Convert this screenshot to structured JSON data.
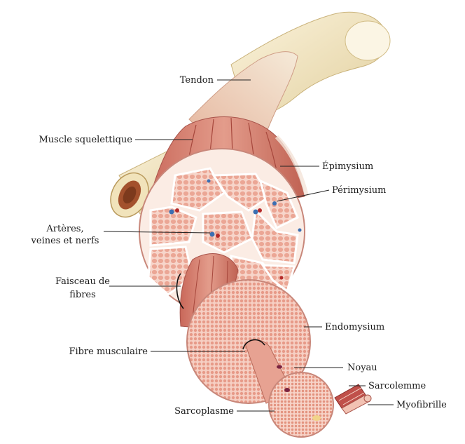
{
  "labels": {
    "tendon": "Tendon",
    "muscle_squelettique": "Muscle squelettique",
    "epimysium": "Épimysium",
    "perimysium": "Périmysium",
    "arteres_line1": "Artères,",
    "arteres_line2": "veines et nerfs",
    "faisceau_line1": "Faisceau de",
    "faisceau_line2": "fibres",
    "endomysium": "Endomysium",
    "fibre_musculaire": "Fibre musculaire",
    "noyau": "Noyau",
    "sarcolemme": "Sarcolemme",
    "myofibrille": "Myofibrille",
    "sarcoplasme": "Sarcoplasme"
  },
  "colors": {
    "bone": "#efe3c0",
    "muscle": "#d9897a",
    "muscle_dark": "#b8584c",
    "tissue": "#f7d0c4",
    "cell": "#eaa493",
    "marrow": "#a3512d"
  }
}
